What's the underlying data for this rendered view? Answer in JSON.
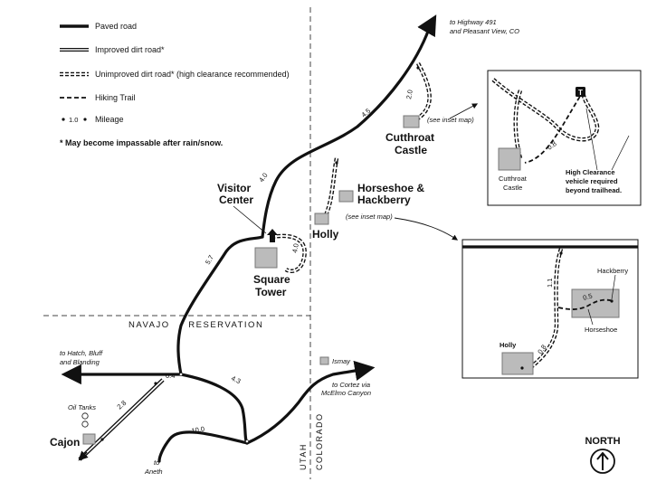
{
  "legend": {
    "paved": "Paved road",
    "improved": "Improved dirt road*",
    "unimproved": "Unimproved dirt road* (high clearance recommended)",
    "trail": "Hiking Trail",
    "mileage": "Mileage",
    "mileage_sample": "1.0",
    "note": "* May become impassable after rain/snow."
  },
  "destinations": {
    "north_1": "to Highway 491",
    "north_2": "and Pleasant View, CO",
    "west_1": "to Hatch, Bluff",
    "west_2": "and Blanding",
    "east_1": "to Cortez via",
    "east_2": "McElmo Canyon",
    "south_1": "to",
    "south_2": "Aneth"
  },
  "sites": {
    "cutthroat_1": "Cutthroat",
    "cutthroat_2": "Castle",
    "horseshoe_1": "Horseshoe &",
    "horseshoe_2": "Hackberry",
    "holly": "Holly",
    "square_1": "Square",
    "square_2": "Tower",
    "visitor_1": "Visitor",
    "visitor_2": "Center",
    "cajon": "Cajon",
    "oil_tanks": "Oil Tanks",
    "ismay": "Ismay"
  },
  "notes": {
    "see_inset_1": "(see inset map)",
    "see_inset_2": "(see inset map)",
    "reservation": "NAVAJO     RESERVATION",
    "utah": "UTAH",
    "colorado": "COLORADO"
  },
  "mileages": {
    "m45": "4.5",
    "m40a": "4.0",
    "m20": "2.0",
    "m40b": "4.0",
    "m57": "5.7",
    "m04": "0.4",
    "m43": "4.3",
    "m28": "2.8",
    "m100": "10.0"
  },
  "inset_cutthroat": {
    "badge": "T",
    "mileage": "0.8",
    "site_1": "Cutthroat",
    "site_2": "Castle",
    "note_1": "High Clearance",
    "note_2": "vehicle required",
    "note_3": "beyond trailhead."
  },
  "inset_horseshoe": {
    "hackberry": "Hackberry",
    "horseshoe": "Horseshoe",
    "holly": "Holly",
    "m11": "1.1",
    "m05": "0.5",
    "m08": "0.8"
  },
  "north_arrow": {
    "label": "NORTH"
  }
}
